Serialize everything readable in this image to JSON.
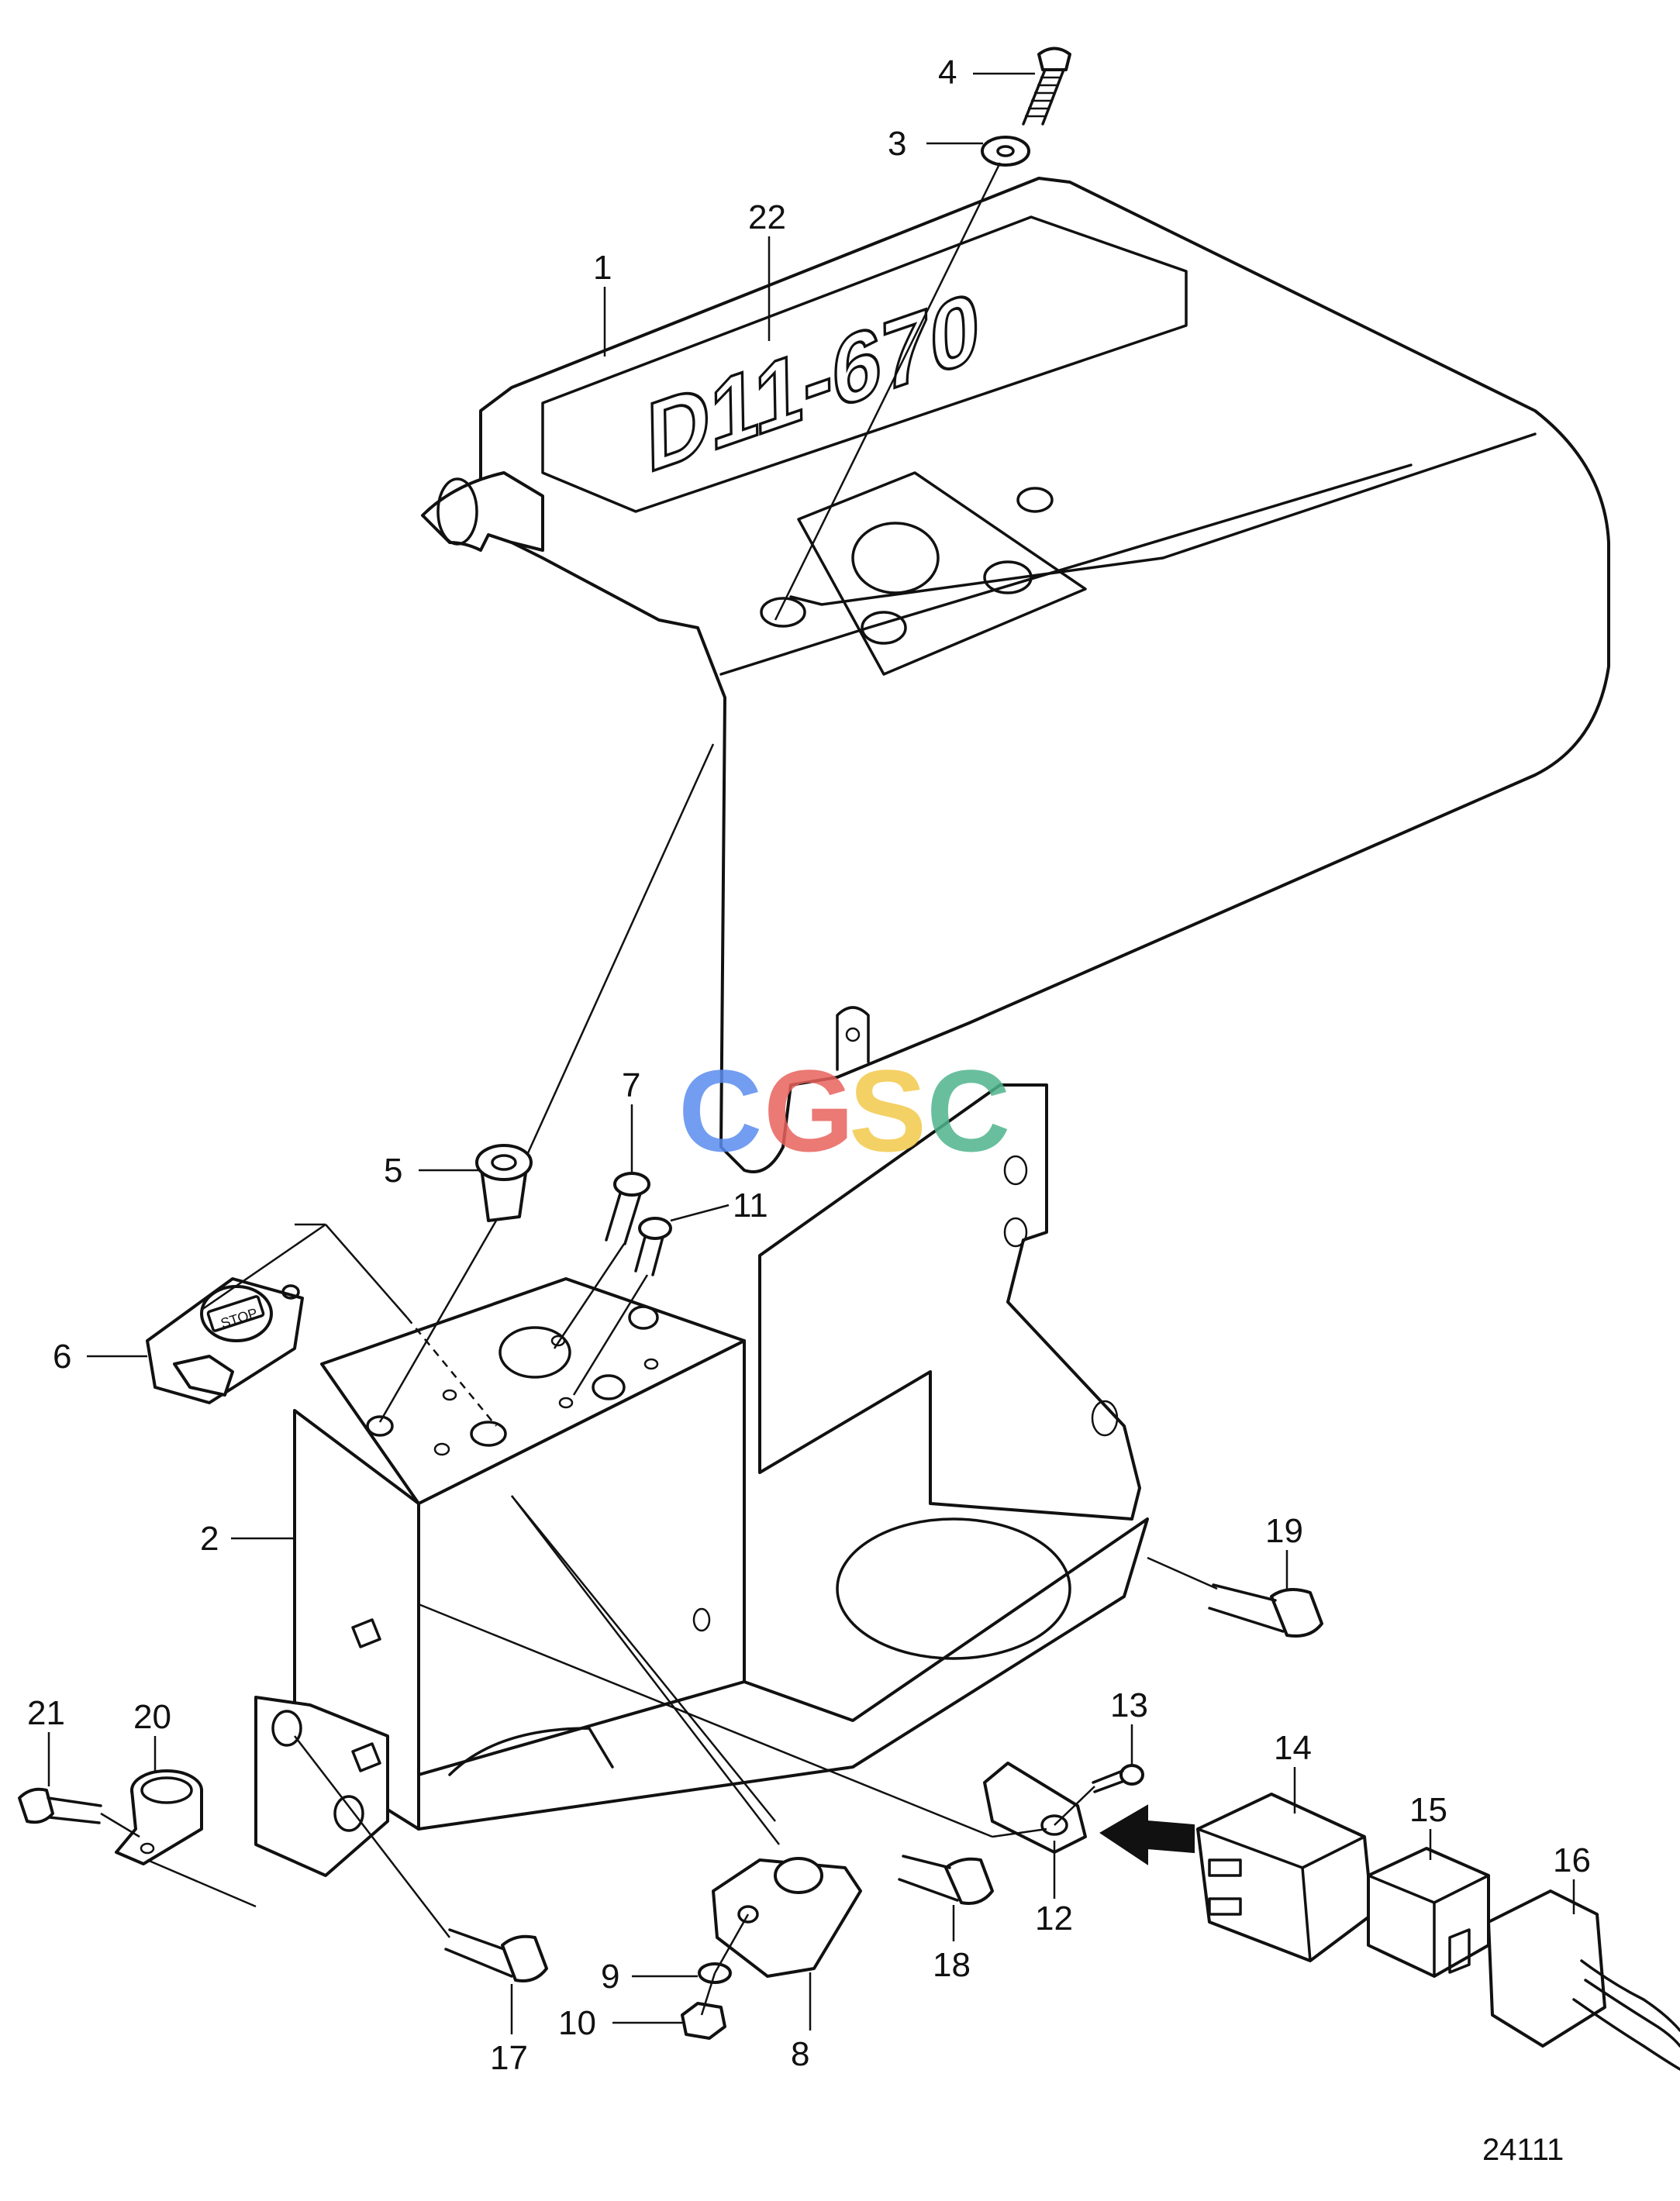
{
  "diagram": {
    "drawing_number": "24111",
    "cover_marking": "D11-670",
    "stop_label": "STOP",
    "watermark": {
      "letters": [
        "C",
        "G",
        "S",
        "C"
      ],
      "colors": [
        "#5b8def",
        "#e8625c",
        "#f3c94b",
        "#4fb58c"
      ]
    },
    "callouts": {
      "c1": "1",
      "c2": "2",
      "c3": "3",
      "c4": "4",
      "c5": "5",
      "c6": "6",
      "c7": "7",
      "c8": "8",
      "c9": "9",
      "c10": "10",
      "c11": "11",
      "c12": "12",
      "c13": "13",
      "c14": "14",
      "c15": "15",
      "c16": "16",
      "c17": "17",
      "c18": "18",
      "c19": "19",
      "c20": "20",
      "c21": "21",
      "c22": "22"
    },
    "arrow_direction": "left"
  }
}
